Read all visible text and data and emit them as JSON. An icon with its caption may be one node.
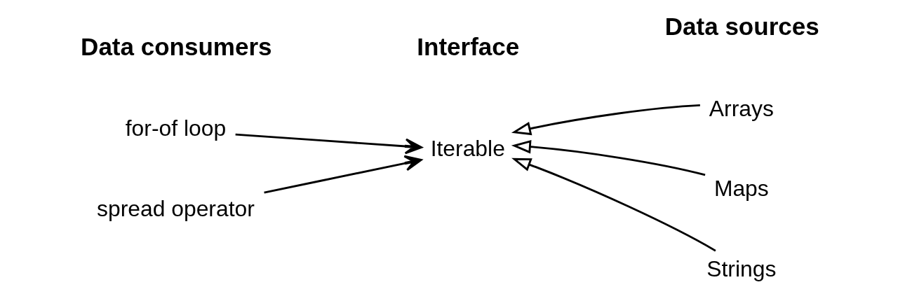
{
  "diagram": {
    "nodes": [
      {
        "text": [
          "for-of loop"
        ]
      },
      {
        "text": [
          "spread operator"
        ]
      },
      {
        "text": [
          "Iterable"
        ]
      },
      {
        "text": [
          "Arrays"
        ]
      },
      {
        "text": [
          "Maps"
        ]
      },
      {
        "text": [
          "Strings"
        ]
      }
    ],
    "edges": [
      {
        "from": 0,
        "to": 2,
        "arrow": "to"
      },
      {
        "from": 1,
        "to": 2,
        "arrow": "to"
      },
      {
        "from": 3,
        "to": 2,
        "arrow": "to"
      },
      {
        "from": 4,
        "to": 2,
        "arrow": "to"
      },
      {
        "from": 5,
        "to": 2,
        "arrow": "to"
      }
    ],
    "labels": [
      "Data consumers",
      "Interface",
      "Data sources"
    ]
  }
}
